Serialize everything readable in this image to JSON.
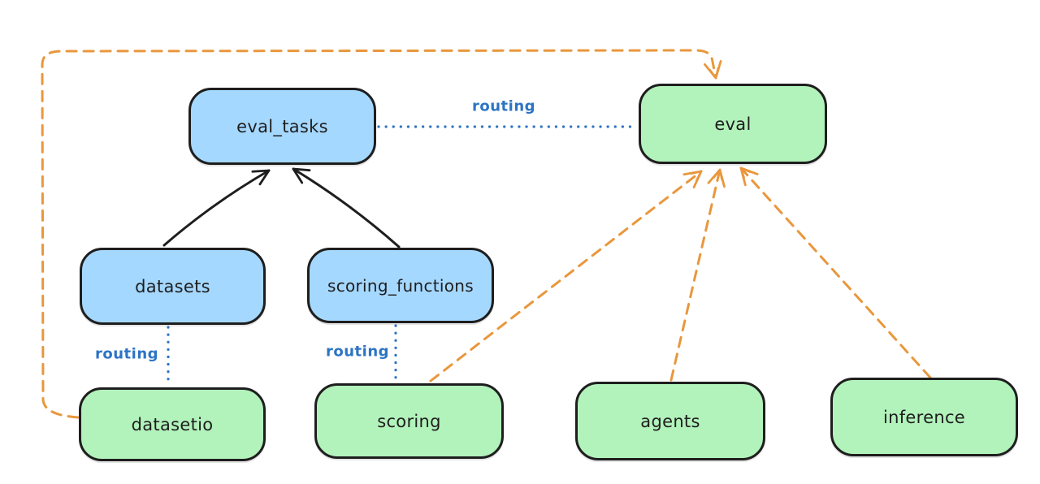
{
  "diagram": {
    "colors": {
      "black": "#1e1e1e",
      "orange": "#e9973d",
      "routing_blue": "#2d74c4",
      "blue_fill": "#a5d8ff",
      "green_fill": "#b2f2bb",
      "background": "#ffffff"
    },
    "nodes": [
      {
        "id": "eval_tasks",
        "label": "eval_tasks",
        "color": "blue"
      },
      {
        "id": "eval",
        "label": "eval",
        "color": "green"
      },
      {
        "id": "datasets",
        "label": "datasets",
        "color": "blue"
      },
      {
        "id": "scoring_functions",
        "label": "scoring_functions",
        "color": "blue"
      },
      {
        "id": "datasetio",
        "label": "datasetio",
        "color": "green"
      },
      {
        "id": "scoring",
        "label": "scoring",
        "color": "green"
      },
      {
        "id": "agents",
        "label": "agents",
        "color": "green"
      },
      {
        "id": "inference",
        "label": "inference",
        "color": "green"
      }
    ],
    "edge_labels": [
      {
        "text": "routing"
      },
      {
        "text": "routing"
      },
      {
        "text": "routing"
      }
    ],
    "edges": [
      {
        "from": "datasets",
        "to": "eval_tasks",
        "style": "solid-black-arrow"
      },
      {
        "from": "scoring_functions",
        "to": "eval_tasks",
        "style": "solid-black-arrow"
      },
      {
        "from": "eval_tasks",
        "to": "eval",
        "style": "dotted-blue",
        "label": "routing"
      },
      {
        "from": "datasets",
        "to": "datasetio",
        "style": "dotted-blue",
        "label": "routing"
      },
      {
        "from": "scoring_functions",
        "to": "scoring",
        "style": "dotted-blue",
        "label": "routing"
      },
      {
        "from": "datasetio",
        "to": "eval",
        "style": "dashed-orange-arrow"
      },
      {
        "from": "scoring",
        "to": "eval",
        "style": "dashed-orange-arrow"
      },
      {
        "from": "agents",
        "to": "eval",
        "style": "dashed-orange-arrow"
      },
      {
        "from": "inference",
        "to": "eval",
        "style": "dashed-orange-arrow"
      }
    ]
  }
}
